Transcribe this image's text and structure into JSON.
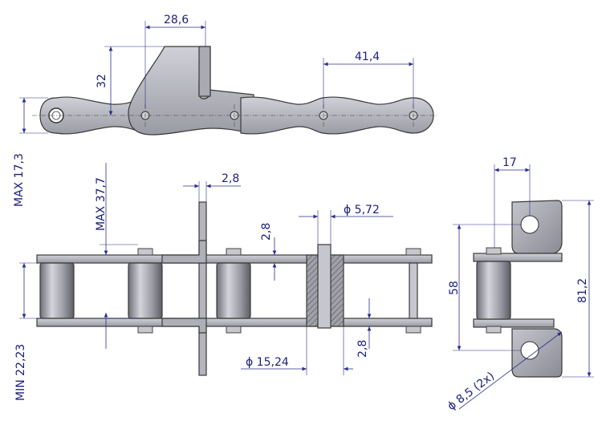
{
  "dimensions": {
    "top_offset": "28,6",
    "top_height": "32",
    "pitch": "41,4",
    "max_height": "MAX 17,3",
    "max_width": "MAX 37,7",
    "thickness_top": "2,8",
    "pin_diameter": "ϕ 5,72",
    "plate_gap": "2,8",
    "roller_diameter": "ϕ 15,24",
    "plate_thickness_bottom": "2,8",
    "min_inner_width": "MIN 22,23",
    "side_width": "17",
    "side_inner": "58",
    "side_overall": "81,2",
    "hole_diameter": "ϕ 8,5 (2x)"
  },
  "colors": {
    "dimension": "#1a1f7a",
    "plate": "#b8b8c0",
    "roller": "#a8a9b2",
    "outline": "#3a3a3a"
  }
}
